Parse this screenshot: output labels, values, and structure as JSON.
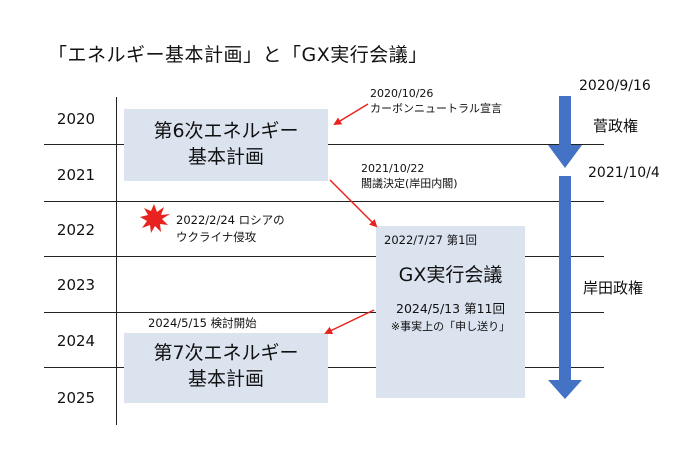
{
  "title": "「エネルギー基本計画」と「GX実行会議」",
  "years": [
    "2020",
    "2021",
    "2022",
    "2023",
    "2024",
    "2025"
  ],
  "boxes": {
    "plan6": {
      "line1": "第6次エネルギー",
      "line2": "基本計画"
    },
    "plan7": {
      "line1": "第7次エネルギー",
      "line2": "基本計画"
    },
    "gx": {
      "start": "2022/7/27 第1回",
      "name": "GX実行会議",
      "latest": "2024/5/13 第11回",
      "note": "※事実上の「申し送り」"
    }
  },
  "notes": {
    "carbon_date": "2020/10/26",
    "carbon_text": "カーボンニュートラル宣言",
    "cabinet_date": "2021/10/22",
    "cabinet_text": "閣議決定(岸田内閣)",
    "russia_line1": "2022/2/24 ロシアの",
    "russia_line2": "ウクライナ侵攻",
    "review_start": "2024/5/15 検討開始"
  },
  "administrations": {
    "suga": {
      "start": "2020/9/16",
      "name": "菅政権"
    },
    "kishida": {
      "start": "2021/10/4",
      "name": "岸田政権"
    }
  },
  "colors": {
    "box_fill": "#dbe3ef",
    "arrow_blue": "#4472c4",
    "arrow_red": "#e8231f",
    "explosion_red": "#e8231f"
  },
  "icons": {
    "explosion": "explosion-icon"
  }
}
